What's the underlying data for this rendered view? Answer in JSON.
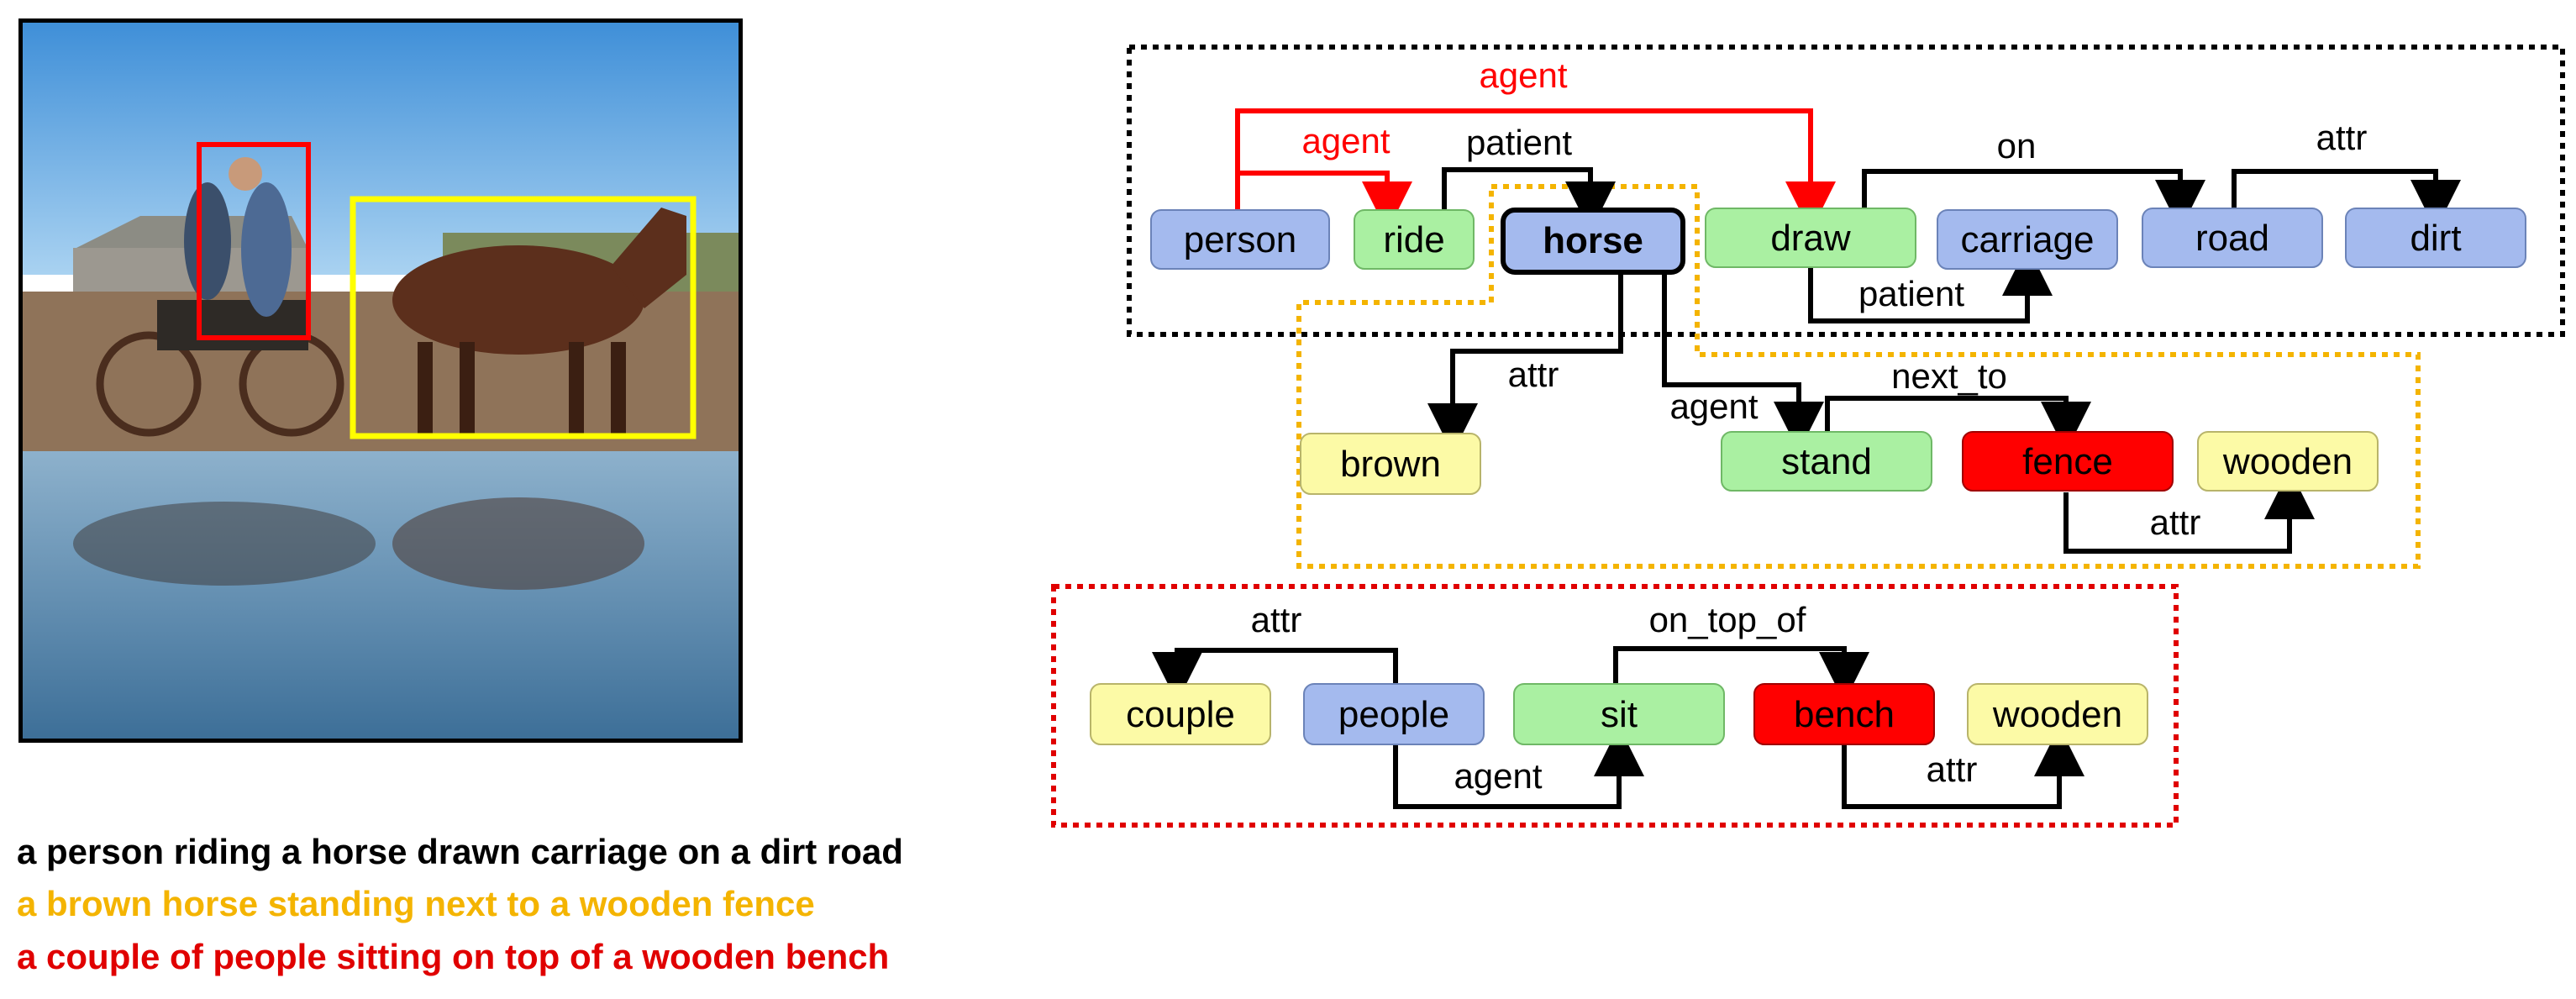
{
  "colors": {
    "object": "#a4baee",
    "predicate": "#aaf0a2",
    "attribute": "#fcfaa6",
    "highlight": "#ff0000",
    "group_black": "#000000",
    "group_orange": "#f4b400",
    "group_red": "#e00000",
    "edge_black": "#000000",
    "edge_red": "#ff0000",
    "box_yellow": "#ffff00",
    "box_red": "#ff0000"
  },
  "photo": {
    "description_icon": "horse-carriage-photo"
  },
  "captions": [
    {
      "text": "a person riding a horse drawn carriage on a dirt road",
      "color": "#000000"
    },
    {
      "text": "a brown horse standing next to a wooden fence",
      "color": "#f4b400"
    },
    {
      "text": "a couple of people sitting on top of a wooden bench",
      "color": "#e00000"
    }
  ],
  "nodes": {
    "person": "person",
    "ride": "ride",
    "horse": "horse",
    "draw": "draw",
    "carriage": "carriage",
    "road": "road",
    "dirt": "dirt",
    "brown": "brown",
    "stand": "stand",
    "fence": "fence",
    "wooden1": "wooden",
    "couple": "couple",
    "people": "people",
    "sit": "sit",
    "bench": "bench",
    "wooden2": "wooden"
  },
  "edges": {
    "person_draw": "agent",
    "person_ride": "agent",
    "ride_horse": "patient",
    "draw_carriage_on": "on",
    "road_dirt": "attr",
    "draw_carriage_patient": "patient",
    "horse_brown": "attr",
    "horse_stand": "agent",
    "stand_fence": "next_to",
    "fence_wooden": "attr",
    "people_couple": "attr",
    "sit_bench": "on_top_of",
    "people_sit": "agent",
    "bench_wooden": "attr"
  }
}
